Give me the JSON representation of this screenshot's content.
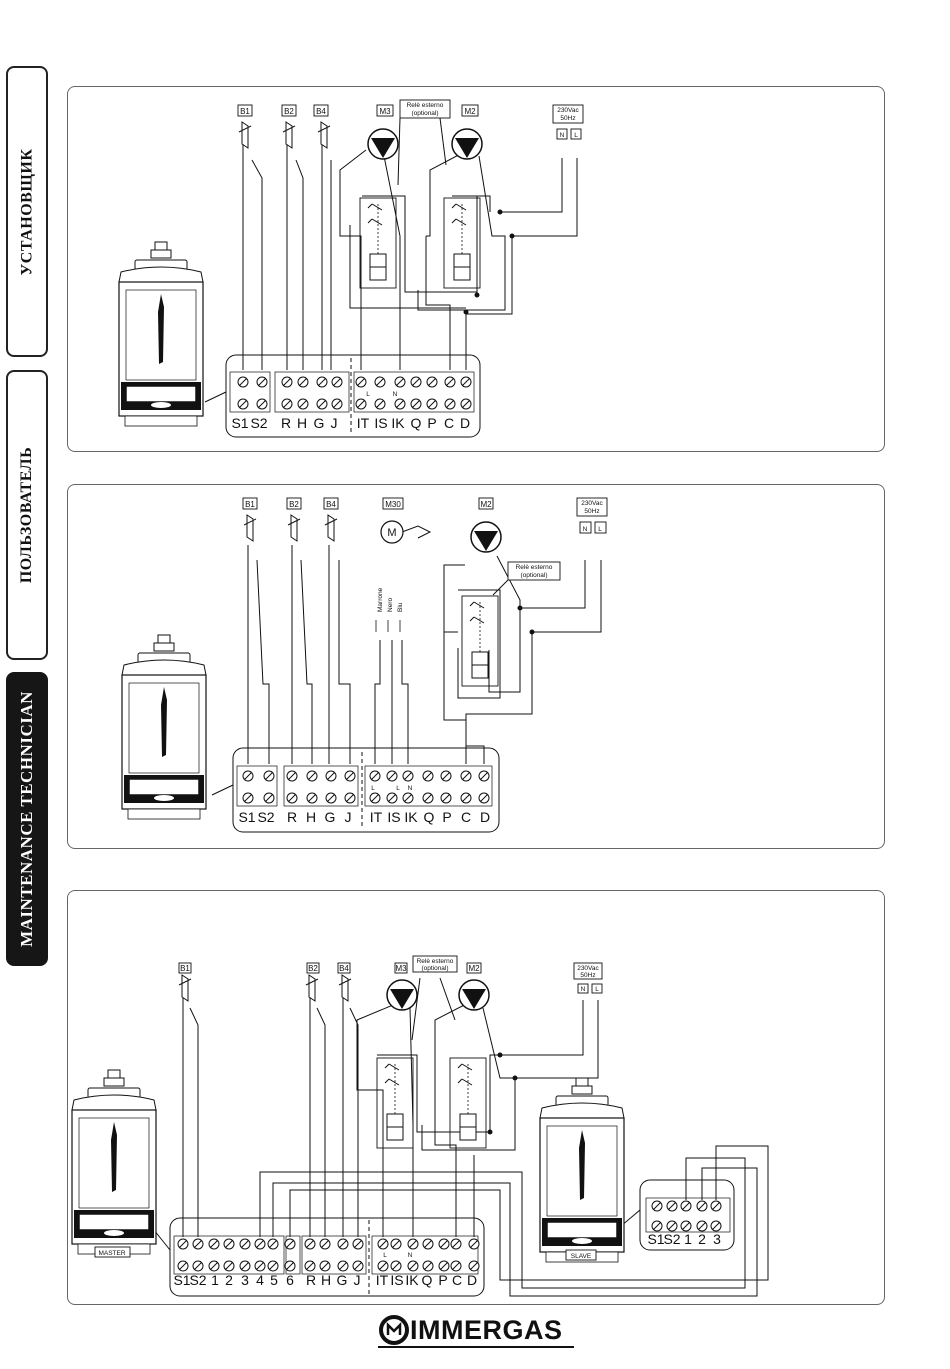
{
  "side_tabs": {
    "installer": "УСТАНОВЩИК",
    "user": "ПОЛЬЗОВАТЕЛЬ",
    "maintenance": "MAINTENANCE TECHNICIAN"
  },
  "diagram1": {
    "sensors": [
      "B1",
      "B2",
      "B4"
    ],
    "pumps": [
      "M3",
      "M2"
    ],
    "relay_label": [
      "Relè esterno",
      "(optional)"
    ],
    "power_label": [
      "230Vac",
      "50Hz"
    ],
    "power_terms": [
      "N",
      "L"
    ],
    "term_inner": [
      "L",
      "N"
    ],
    "terminals": [
      "S1",
      "S2",
      "R",
      "H",
      "G",
      "J",
      "IT",
      "IS",
      "IK",
      "Q",
      "P",
      "C",
      "D"
    ]
  },
  "diagram2": {
    "sensors": [
      "B1",
      "B2",
      "B4"
    ],
    "valve": "M30",
    "valve_symbol": "M",
    "pump": "M2",
    "wire_colors": [
      "Marrone",
      "Nero",
      "Blu"
    ],
    "relay_label": [
      "Relè esterno",
      "(optional)"
    ],
    "power_label": [
      "230Vac",
      "50Hz"
    ],
    "power_terms": [
      "N",
      "L"
    ],
    "term_inner": [
      "L",
      "L",
      "N"
    ],
    "terminals": [
      "S1",
      "S2",
      "R",
      "H",
      "G",
      "J",
      "IT",
      "IS",
      "IK",
      "Q",
      "P",
      "C",
      "D"
    ]
  },
  "diagram3": {
    "sensors": [
      "B1",
      "B2",
      "B4"
    ],
    "pumps": [
      "M3",
      "M2"
    ],
    "relay_label": [
      "Relè esterno",
      "(optional)"
    ],
    "power_label": [
      "230Vac",
      "50Hz"
    ],
    "power_terms": [
      "N",
      "L"
    ],
    "term_inner": [
      "L",
      "N"
    ],
    "master_label": "MASTER",
    "slave_label": "SLAVE",
    "master_terminals": [
      "S1",
      "S2",
      "1",
      "2",
      "3",
      "4",
      "5",
      "6",
      "R",
      "H",
      "G",
      "J",
      "IT",
      "IS",
      "IK",
      "Q",
      "P",
      "C",
      "D"
    ],
    "slave_terminals": [
      "S1",
      "S2",
      "1",
      "2",
      "3"
    ]
  },
  "brand": "IMMERGAS"
}
